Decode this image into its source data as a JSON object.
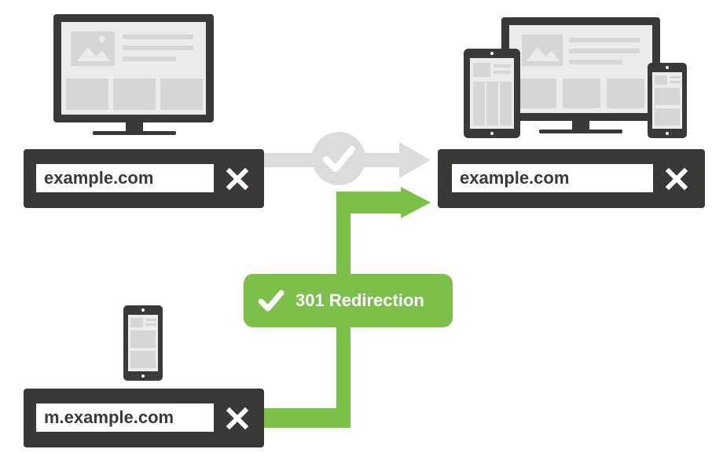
{
  "diagram": {
    "desktop_url": "example.com",
    "responsive_url": "example.com",
    "mobile_url": "m.example.com",
    "redirect_label": "301 Redirection"
  },
  "icons": {
    "close": "close-x-icon",
    "check": "checkmark-icon",
    "desktop": "desktop-monitor-icon",
    "tablet": "tablet-icon",
    "phone": "phone-icon"
  },
  "colors": {
    "dark": "#3a3937",
    "green": "#7cc04b",
    "gray_arrow": "#dcdcdc",
    "screen_fill": "#ebebeb"
  }
}
